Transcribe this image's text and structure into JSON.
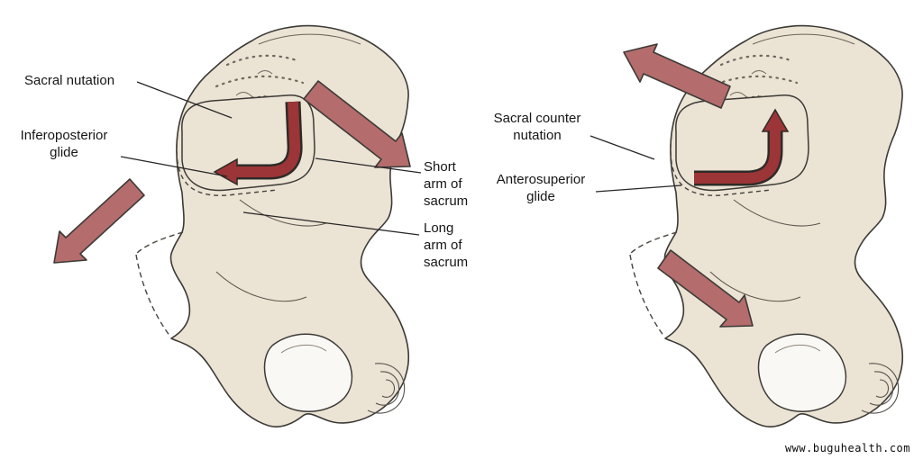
{
  "left_panel": {
    "sacral_nutation_label": "Sacral nutation",
    "inferoposterior_glide_label": "Inferoposterior\nglide",
    "short_arm_label": "Short\narm of\nsacrum",
    "long_arm_label": "Long\narm of\nsacrum"
  },
  "right_panel": {
    "sacral_counter_nutation_label": "Sacral counter\nnutation",
    "anterosuperior_glide_label": "Anterosuperior\nglide"
  },
  "watermark": "www.buguhealth.com",
  "colors": {
    "background": "#ffffff",
    "bone_fill": "#ebe3d4",
    "bone_outline": "#3c3a36",
    "big_arrow_fill": "#b46c6d",
    "curved_arrow_fill": "#9c3537",
    "arrow_outline": "#2e2b28"
  }
}
